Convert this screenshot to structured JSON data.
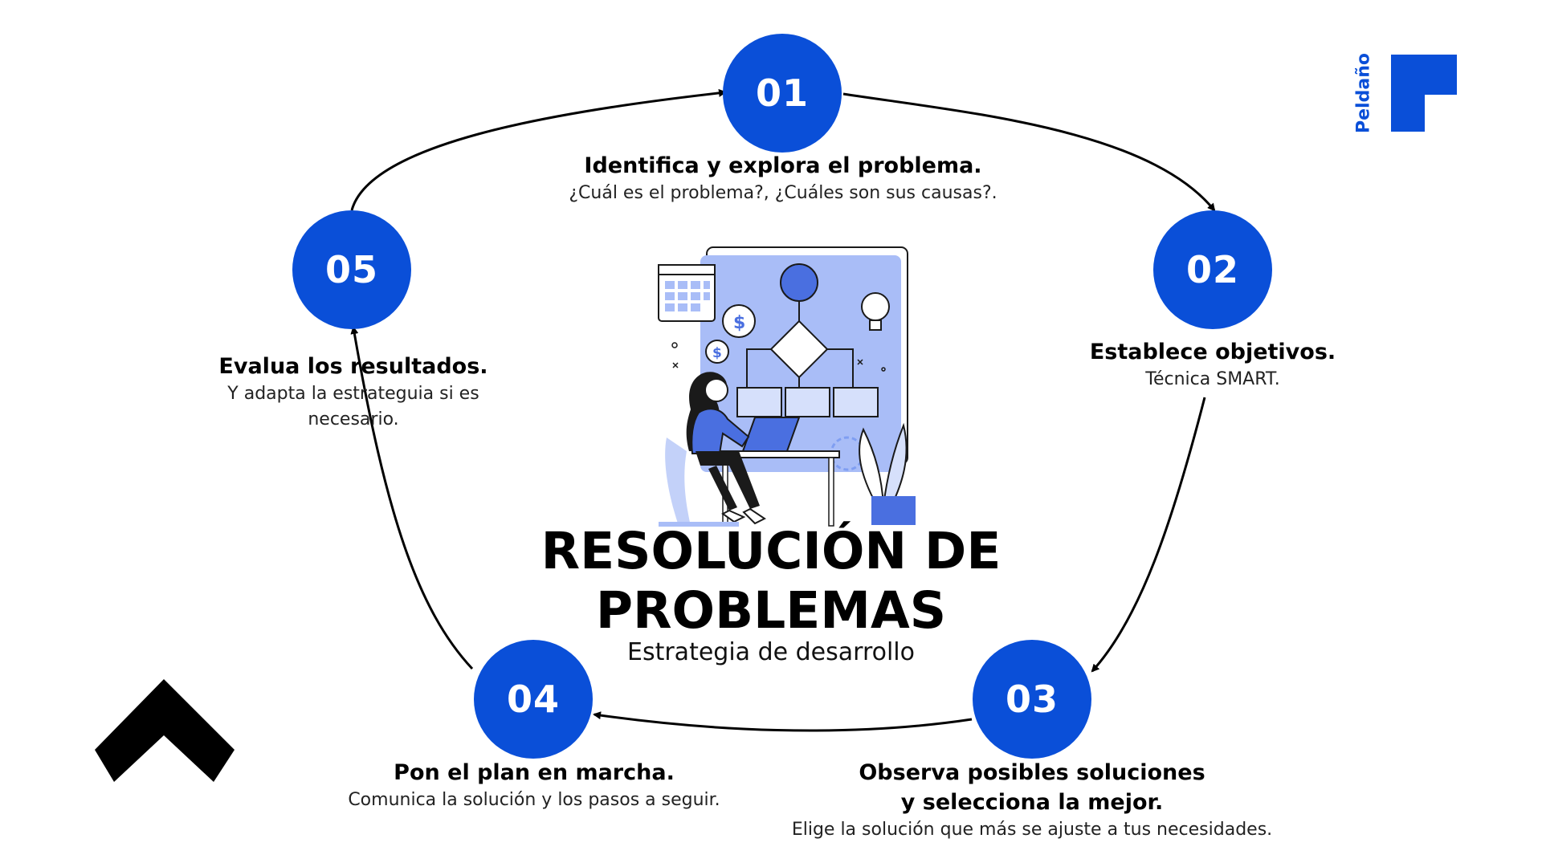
{
  "title": "RESOLUCIÓN DE\nPROBLEMAS",
  "subtitle": "Estrategia de desarrollo",
  "brand": {
    "name": "Peldaño",
    "color": "#0a4fd8"
  },
  "colors": {
    "accent": "#0a4fd8",
    "arrow": "#000000",
    "illustration_light": "#a9bdf7",
    "illustration_mid": "#7f9ef2"
  },
  "icons": {
    "brand_mark": "peldano-step-logo",
    "corner_mark": "chevron-up-shape",
    "illustration": "woman-laptop-flowchart-illustration"
  },
  "steps": [
    {
      "number": "01",
      "title": "Identifica y explora el problema.",
      "description": "¿Cuál es el problema?, ¿Cuáles son sus causas?."
    },
    {
      "number": "02",
      "title": "Establece objetivos.",
      "description": "Técnica SMART."
    },
    {
      "number": "03",
      "title": "Observa posibles soluciones\ny selecciona la mejor.",
      "description": "Elige la solución que más se ajuste a tus necesidades."
    },
    {
      "number": "04",
      "title": "Pon el plan en marcha.",
      "description": "Comunica la solución y los pasos a seguir."
    },
    {
      "number": "05",
      "title": "Evalua los resultados.",
      "description": "Y adapta la estrateguia si es\nnecesario."
    }
  ]
}
